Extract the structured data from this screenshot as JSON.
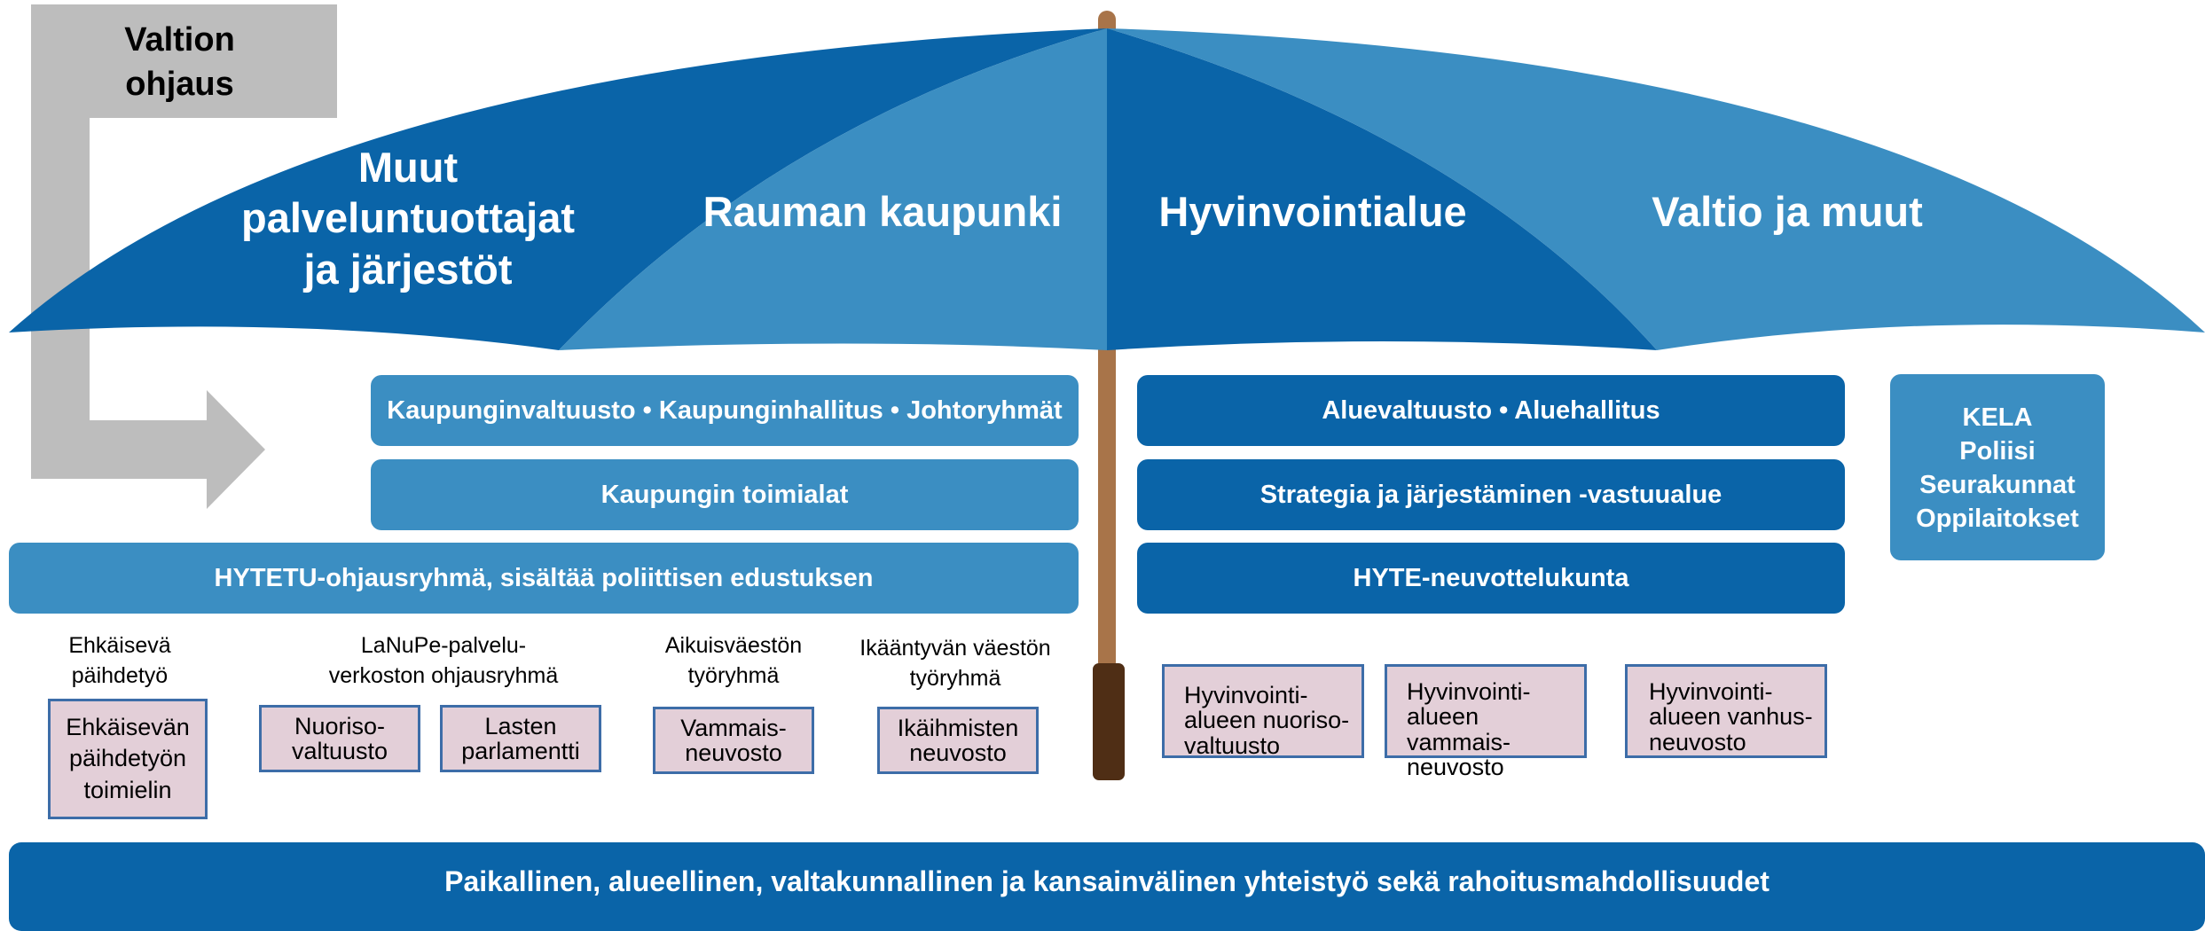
{
  "steering": {
    "label_line1": "Valtion",
    "label_line2": "ohjaus"
  },
  "canopy": {
    "sections": [
      {
        "line1": "Muut",
        "line2": "palveluntuottajat",
        "line3": "ja järjestöt"
      },
      {
        "text": "Rauman kaupunki"
      },
      {
        "text": "Hyvinvointialue"
      },
      {
        "text": "Valtio ja muut"
      }
    ]
  },
  "city": {
    "council_bar": "Kaupunginvaltuusto • Kaupunginhallitus • Johtoryhmät",
    "departments_bar": "Kaupungin toimialat",
    "steering_group_bar": "HYTETU-ohjausryhmä, sisältää poliittisen edustuksen"
  },
  "region": {
    "council_bar": "Aluevaltuusto • Aluehallitus",
    "strategy_bar": "Strategia ja järjestäminen -vastuualue",
    "committee_bar": "HYTE-neuvottelukunta"
  },
  "state": {
    "line1": "KELA",
    "line2": "Poliisi",
    "line3": "Seurakunnat",
    "line4": "Oppilaitokset"
  },
  "groups": [
    {
      "line1": "Ehkäisevä",
      "line2": "päihdetyö"
    },
    {
      "line1": "LaNuPe-palvelu-",
      "line2": "verkoston ohjausryhmä"
    },
    {
      "line1": "Aikuisväestön",
      "line2": "työryhmä"
    },
    {
      "line1": "Ikääntyvän väestön",
      "line2": "työryhmä"
    }
  ],
  "bodies": {
    "prevention": {
      "line1": "Ehkäisevän",
      "line2": "päihdetyön",
      "line3": "toimielin"
    },
    "youth": {
      "line1": "Nuoriso-",
      "line2": "valtuusto"
    },
    "children": {
      "line1": "Lasten",
      "line2": "parlamentti"
    },
    "disability": {
      "line1": "Vammais-",
      "line2": "neuvosto"
    },
    "elderly": {
      "line1": "Ikäihmisten",
      "line2": "neuvosto"
    },
    "region_youth": {
      "line1": "Hyvinvointi-",
      "line2": "alueen nuoriso-",
      "line3": "valtuusto"
    },
    "region_disability": {
      "line1": "Hyvinvointi-",
      "line2": "alueen vammais-",
      "line3": "neuvosto"
    },
    "region_elderly": {
      "line1": "Hyvinvointi-",
      "line2": "alueen vanhus-",
      "line3": "neuvosto"
    }
  },
  "footer": {
    "text": "Paikallinen, alueellinen, valtakunnallinen ja kansainvälinen yhteistyö sekä rahoitusmahdollisuudet"
  },
  "colors": {
    "dark_blue": "#0a64a8",
    "light_blue": "#3b8ec2",
    "grey_arrow": "#bdbdbd",
    "pink_box": "#e3cfd8",
    "box_border": "#3d6da8",
    "pole": "#a87449",
    "handle": "#4f2e15"
  }
}
